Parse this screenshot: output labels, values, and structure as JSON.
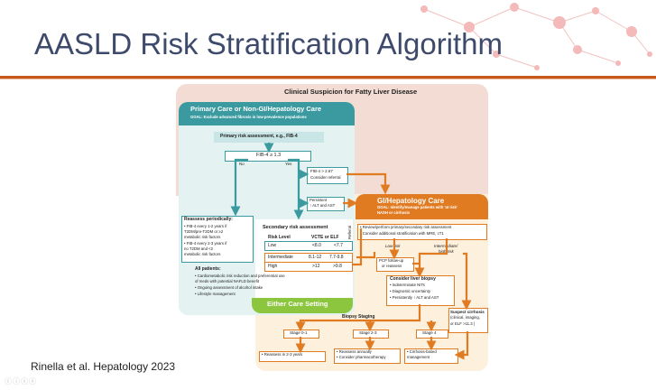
{
  "slide": {
    "title": "AASLD Risk Stratification Algorithm",
    "citation": "Rinella et al. Hepatology 2023"
  },
  "colors": {
    "teal": "#3a9aa0",
    "orange": "#e07b22",
    "green": "#8cc63f",
    "rose": "#f3dcd3",
    "title": "#3d4a6b",
    "rule": "#c65a1e"
  },
  "diagram": {
    "top_title": "Clinical Suspicion for Fatty Liver Disease",
    "primary_care": {
      "title": "Primary Care or Non-GI/Hepatology Care",
      "goal": "GOAL: Exclude advanced fibrosis in low-prevalence populations"
    },
    "primary_risk": "Primary risk assessment, e.g., FIB-4",
    "fib4_threshold": "FIB-4 ≥ 1.3",
    "no_label": "No",
    "yes_label": "Yes",
    "fib4_high": [
      "FIB-4 > 2.67",
      "Consider referral"
    ],
    "persistent": [
      "Persistent",
      "↑ ALT and AST"
    ],
    "reassess": {
      "title": "Reassess periodically:",
      "items": [
        "• FIB-4 every 1-2 years if",
        "  T2DM/pre-T2DM or ≥2",
        "  metabolic risk factors",
        "• FIB-4 every 2-3 years if",
        "  no T2DM and <2",
        "  metabolic risk factors"
      ]
    },
    "secondary": {
      "title": "Secondary risk assessment",
      "header": [
        "Risk Level",
        "VCTE or ELF"
      ],
      "rows": [
        [
          "Low",
          "<8.0",
          "<7.7"
        ],
        [
          "Intermediate",
          "8.1-12",
          "7.7-9.8"
        ],
        [
          "High",
          ">12",
          ">9.8"
        ]
      ]
    },
    "all_patients": {
      "title": "All patients:",
      "items": [
        "• Cardiometabolic risk reduction and preferential use",
        "  of meds with potential NAFLD benefit",
        "• Ongoing assessment of alcohol intake",
        "• Lifestyle management"
      ]
    },
    "either_care": "Either Care Setting",
    "referral_label": "Referral",
    "gi_care": {
      "title": "GI/Hepatology Care",
      "goal": [
        "GOAL: Identify/manage patients with 'at risk'",
        "NASH or cirrhosis"
      ]
    },
    "review": [
      "• Review/perform primary/secondary risk assessment",
      "• Consider additional stratification with MRE, cT1"
    ],
    "low_risk": [
      "Low risk",
      "&"
    ],
    "intermediate_risk": [
      "Intermediate/",
      "high risk"
    ],
    "pcp": [
      "PCP follow-up",
      "or reassess"
    ],
    "biopsy": {
      "title": "Consider liver biopsy",
      "items": [
        "• Indeterminate NITs",
        "• Diagnostic uncertainty",
        "• Persistently ↑ ALT and AST"
      ]
    },
    "cirrhosis": [
      "Suspect cirrhosis",
      "(clinical, imaging,",
      "or ELF >11.3 )"
    ],
    "biopsy_staging": "Biopsy Staging",
    "stages": [
      "Stage 0-1",
      "Stage 2-3",
      "Stage 4"
    ],
    "outcomes": {
      "s01": "• Reassess in 2-3 years",
      "s23": [
        "• Reassess annually",
        "• Consider pharmacotherapy"
      ],
      "s4": [
        "• Cirrhosis-based",
        "  management"
      ]
    }
  }
}
